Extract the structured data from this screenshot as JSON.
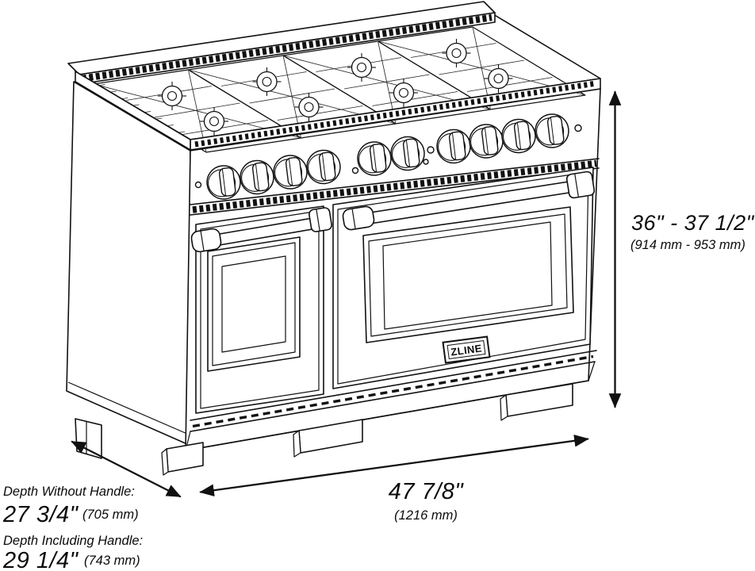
{
  "figure": {
    "brand_badge": "ZLINE",
    "dimensions": {
      "height": {
        "imperial": "36\" - 37 1/2\"",
        "metric": "(914 mm - 953 mm)"
      },
      "width": {
        "imperial": "47 7/8\"",
        "metric": "(1216 mm)"
      },
      "depth_without_handle": {
        "label": "Depth Without Handle:",
        "imperial": "27 3/4\"",
        "metric": "(705 mm)"
      },
      "depth_including_handle": {
        "label": "Depth Including Handle:",
        "imperial": "29 1/4\"",
        "metric": "(743 mm)"
      }
    }
  }
}
